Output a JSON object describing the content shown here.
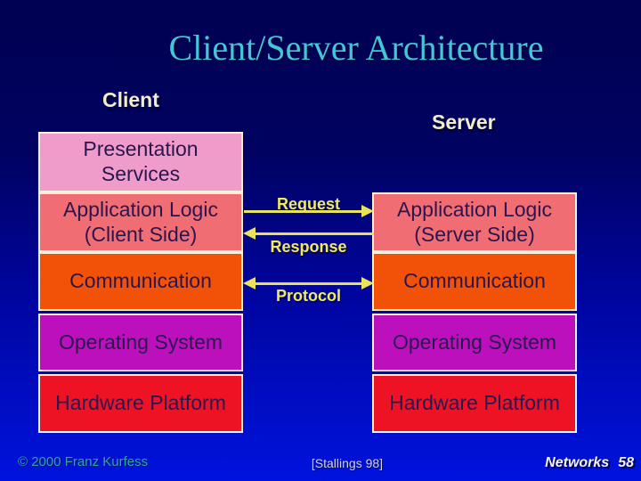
{
  "slide": {
    "title": "Client/Server Architecture",
    "headers": {
      "client": "Client",
      "server": "Server"
    },
    "client_stack": [
      {
        "label": "Presentation\nServices",
        "color": "#ef9cca"
      },
      {
        "label": "Application Logic\n(Client Side)",
        "color": "#f16d74"
      },
      {
        "label": "Communication",
        "color": "#f25208"
      },
      {
        "label": "Operating System",
        "color": "#bd10bd"
      },
      {
        "label": "Hardware Platform",
        "color": "#ee1225"
      }
    ],
    "server_stack": [
      {
        "label": "Application Logic\n(Server Side)",
        "color": "#f16d74"
      },
      {
        "label": "Communication",
        "color": "#f25208"
      },
      {
        "label": "Operating System",
        "color": "#bd10bd"
      },
      {
        "label": "Hardware Platform",
        "color": "#ee1225"
      }
    ],
    "arrows": [
      {
        "label": "Request",
        "direction": "right"
      },
      {
        "label": "Response",
        "direction": "left"
      },
      {
        "label": "Protocol",
        "direction": "both"
      }
    ],
    "footer": {
      "copyright": "© 2000 Franz Kurfess",
      "citation": "[Stallings 98]",
      "course": "Networks",
      "page": "58"
    },
    "colors": {
      "background_top": "#000150",
      "background_bottom": "#0013de",
      "title_text": "#41c6da",
      "header_text": "#f2ecca",
      "arrow_yellow": "#e9e35a",
      "box_border": "#f7f0da",
      "box_text": "#2a164e",
      "copyright_text": "#2fa99a"
    }
  }
}
